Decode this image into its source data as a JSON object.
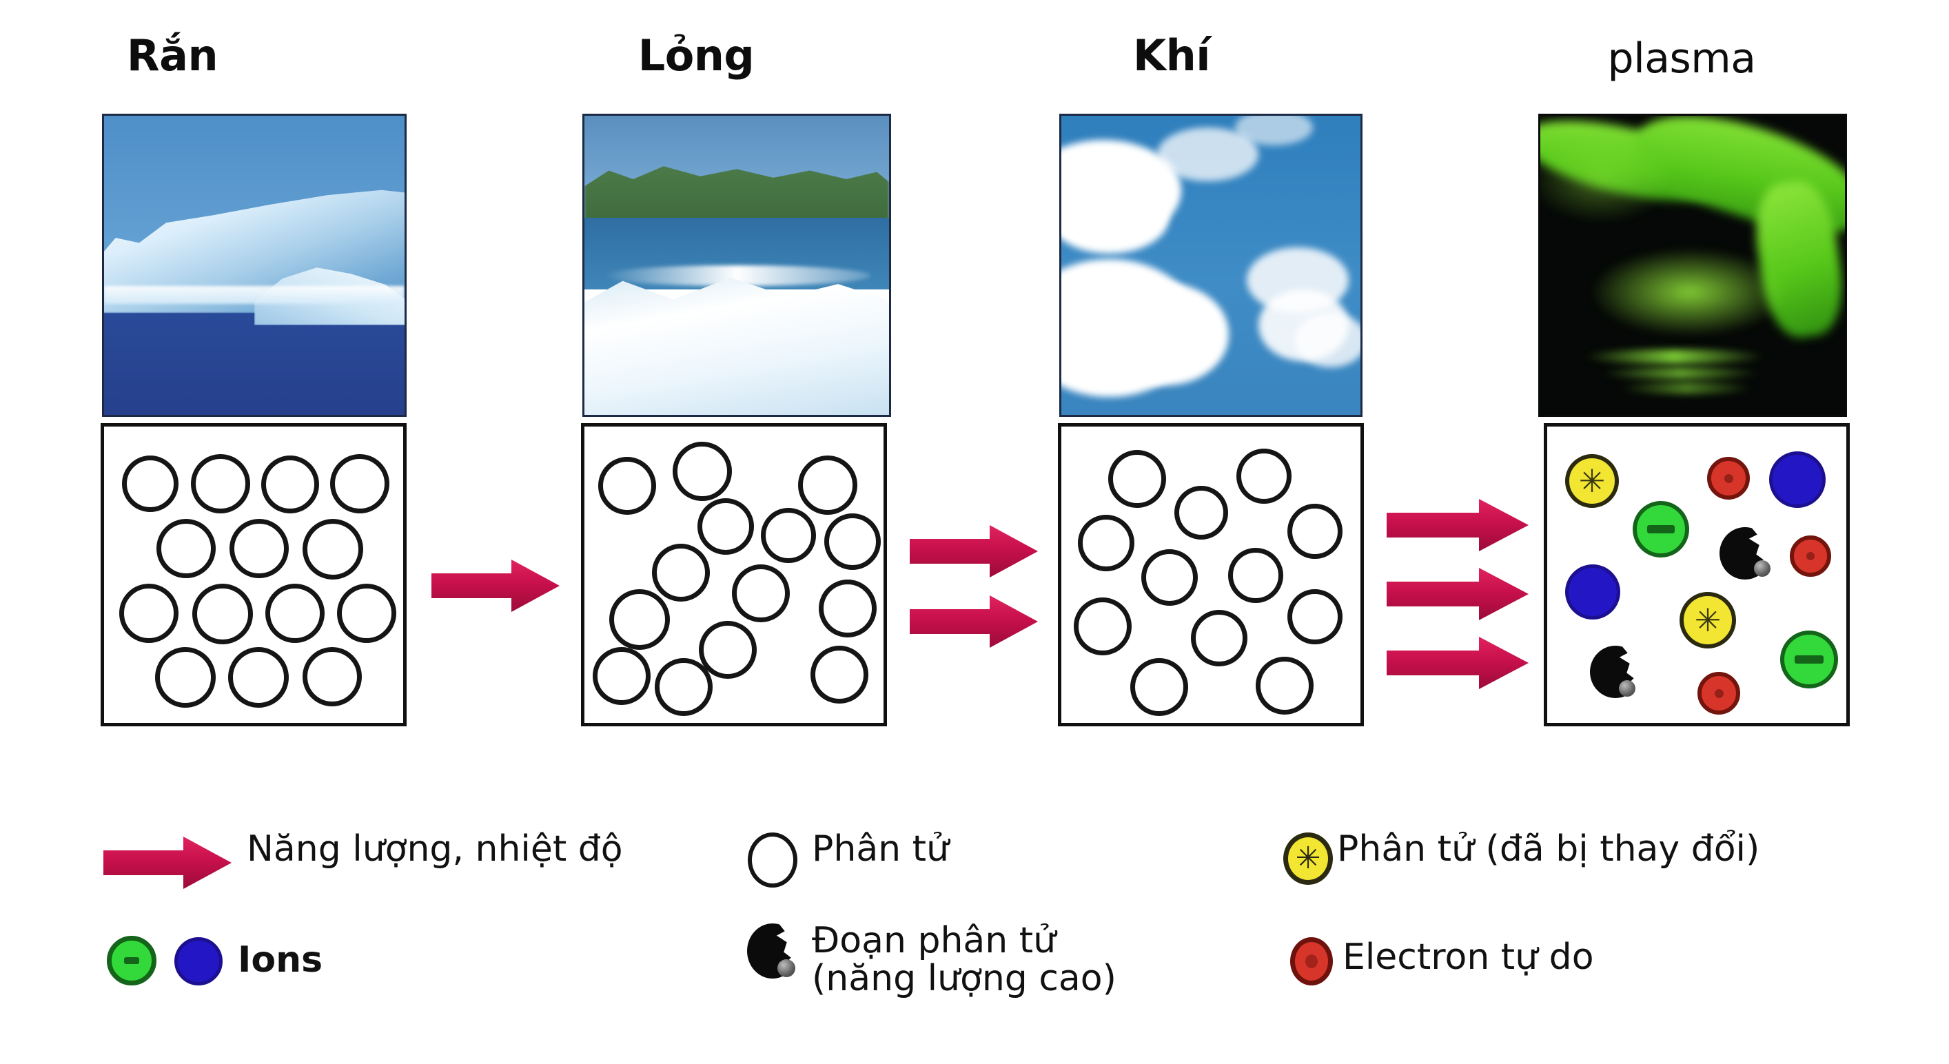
{
  "diagram": {
    "title_row": [
      {
        "id": "solid",
        "label": "Rắn",
        "weight": "bold"
      },
      {
        "id": "liquid",
        "label": "Lỏng",
        "weight": "bold"
      },
      {
        "id": "gas",
        "label": "Khí",
        "weight": "bold"
      },
      {
        "id": "plasma",
        "label": "plasma",
        "weight": "plain"
      }
    ],
    "photos": [
      {
        "id": "iceberg-photo",
        "depicts": "iceberg-on-ocean"
      },
      {
        "id": "waterfall-photo",
        "depicts": "river-rapids-waterfall"
      },
      {
        "id": "clouds-photo",
        "depicts": "blue-sky-with-clouds"
      },
      {
        "id": "aurora-photo",
        "depicts": "green-aurora-borealis"
      }
    ],
    "state_boxes": [
      {
        "id": "solid-box",
        "molecule_count": 14,
        "arrangement": "close-packed-lattice"
      },
      {
        "id": "liquid-box",
        "molecule_count": 13,
        "arrangement": "loose-clusters"
      },
      {
        "id": "gas-box",
        "molecule_count": 12,
        "arrangement": "dispersed"
      },
      {
        "id": "plasma-box",
        "molecule_count": 11,
        "arrangement": "ionized-mixture"
      }
    ],
    "arrow_groups": [
      {
        "id": "solid-to-liquid",
        "count": 1
      },
      {
        "id": "liquid-to-gas",
        "count": 2
      },
      {
        "id": "gas-to-plasma",
        "count": 3
      }
    ]
  },
  "legend": {
    "items": [
      {
        "id": "energy-temperature",
        "symbol": "arrow",
        "label": "Năng lượng, nhiệt độ"
      },
      {
        "id": "ions",
        "symbol": "green-blue-circle",
        "label": "Ions"
      },
      {
        "id": "molecule",
        "symbol": "hollow-circle",
        "label": "Phân tử"
      },
      {
        "id": "molecule-fragment",
        "symbol": "black-fragment",
        "label": "Đoạn phân tử\n(năng lượng cao)"
      },
      {
        "id": "changed-molecule",
        "symbol": "yellow-star-circle",
        "label": "Phân tử (đã bị thay đổi)"
      },
      {
        "id": "free-electron",
        "symbol": "red-circle",
        "label": "Electron tự do"
      }
    ]
  },
  "colors": {
    "arrow": "#C8104C",
    "arrow_dark": "#9c0b39",
    "ion_negative": "#33D93A",
    "ion_positive": "#2316C4",
    "changed_molecule": "#F2E632",
    "free_electron": "#D8352A",
    "fragment": "#0B0B0B",
    "outline": "#101010",
    "background": "#FFFFFF"
  }
}
